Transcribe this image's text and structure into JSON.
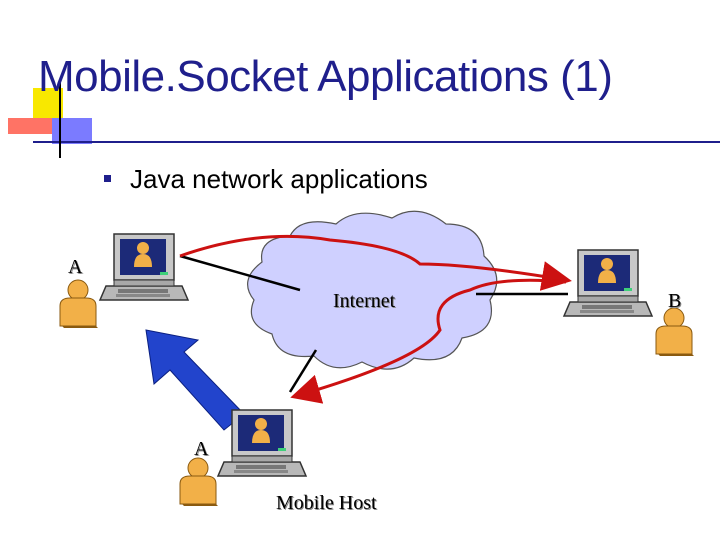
{
  "slide": {
    "title": "Mobile.Socket Applications (1)",
    "bullet": "Java network applications"
  },
  "diagram": {
    "cloud_label": "Internet",
    "host_a_label": "A",
    "host_b_label": "B",
    "mobile_host_label": "A",
    "mobile_host_caption": "Mobile Host"
  },
  "colors": {
    "title": "#1f1f8c",
    "cloud_fill": "#cfd0ff",
    "arrow_red": "#cc1111",
    "move_arrow": "#2244cc"
  }
}
